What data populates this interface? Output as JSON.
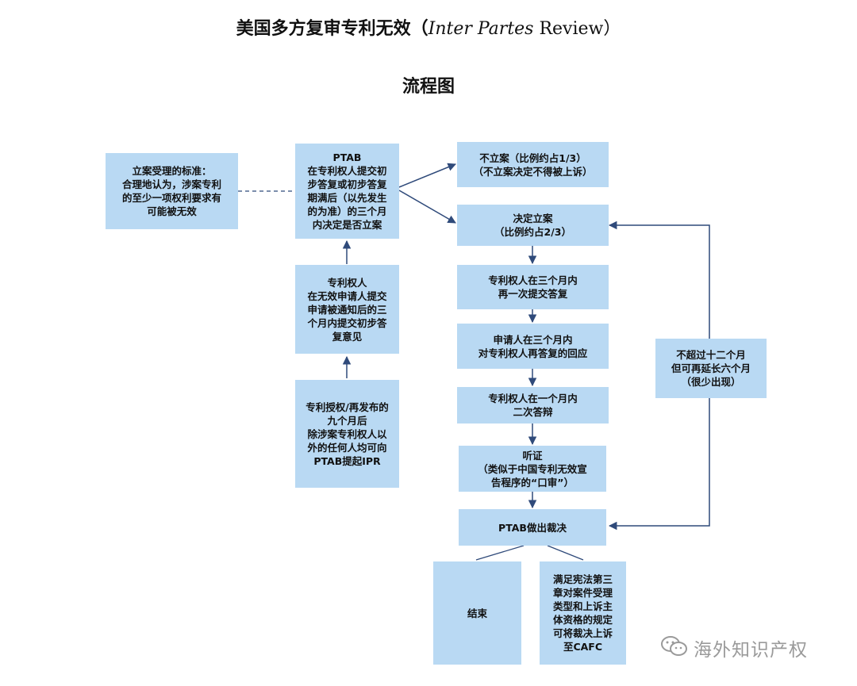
{
  "header": {
    "title_prefix": "美国多方复审专利无效（",
    "title_italic": "Inter Partes",
    "title_suffix": " Review）",
    "subtitle": "流程图"
  },
  "boxes": {
    "standard": "立案受理的标准：\n合理地认为，涉案专利\n的至少一项权利要求有\n可能被无效",
    "ptab_decide": "PTAB\n在专利权人提交初\n步答复或初步答复\n期满后（以先发生\n的为准）的三个月\n内决定是否立案",
    "owner_prelim": "专利权人\n在无效申请人提交\n申请被通知后的三\n个月内提交初步答\n复意见",
    "petition": "专利授权/再发布的\n九个月后\n除涉案专利权人以\n外的任何人均可向\nPTAB提起IPR",
    "not_instituted": "不立案（比例约占1/3）\n（不立案决定不得被上诉）",
    "instituted": "决定立案\n（比例约占2/3）",
    "owner_response": "专利权人在三个月内\n再一次提交答复",
    "petitioner_reply": "申请人在三个月内\n对专利权人再答复的回应",
    "owner_surreply": "专利权人在一个月内\n二次答辩",
    "hearing": "听证\n（类似于中国专利无效宣\n告程序的“口审”）",
    "final_decision": "PTAB做出裁决",
    "end": "结束",
    "appeal": "满足宪法第三\n章对案件受理\n类型和上诉主\n体资格的规定\n可将裁决上诉\n至CAFC",
    "timeline": "不超过十二个月\n但可再延长六个月\n（很少出现）"
  },
  "watermark": {
    "text": "海外知识产权",
    "icon": "wechat-icon"
  },
  "colors": {
    "box_fill": "#b9d9f3",
    "arrow": "#2f4a7a",
    "watermark": "#9a9a9a"
  }
}
